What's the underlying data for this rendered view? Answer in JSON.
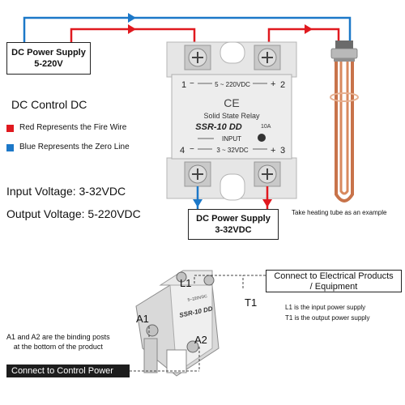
{
  "power_supply_top": {
    "line1": "DC Power Supply",
    "line2": "5-220V"
  },
  "control_label": "DC Control DC",
  "legend": [
    {
      "label": "Red Represents the Fire Wire",
      "color": "#e0191f"
    },
    {
      "label": "Blue Represents the Zero Line",
      "color": "#1c78c8"
    }
  ],
  "input_voltage": "Input Voltage: 3-32VDC",
  "output_voltage": "Output Voltage: 5-220VDC",
  "power_supply_bottom": {
    "line1": "DC Power Supply",
    "line2": "3-32VDC"
  },
  "heating_tube_note": "Take heating tube as an example",
  "relay": {
    "t1": "1",
    "t2": "2",
    "t3": "3",
    "t4": "4",
    "minus1": "−",
    "plus2": "+",
    "minus4": "−",
    "plus3": "+",
    "output_range": "5 ~ 220VDC",
    "ce": "CE",
    "title": "Solid State Relay",
    "model": "SSR-10 DD",
    "current": "10A",
    "input_label": "INPUT",
    "input_range": "3 ~ 32VDC"
  },
  "small_relay": {
    "model": "SSR-10 DD",
    "range": "5~220VDC"
  },
  "labels": {
    "l1": "L1",
    "t1": "T1",
    "a1": "A1",
    "a2": "A2"
  },
  "connect_electrical": {
    "line1": "Connect to Electrical Products",
    "line2": "/ Equipment"
  },
  "l1_note": "L1 is the input power supply",
  "t1_note": "T1 is the output power supply",
  "a_note": {
    "line1": "A1 and A2 are the binding posts",
    "line2": "at the bottom of the product"
  },
  "connect_control": "Connect to Control Power",
  "colors": {
    "red": "#e0191f",
    "blue": "#1c78c8",
    "copper": "#c8734a"
  }
}
